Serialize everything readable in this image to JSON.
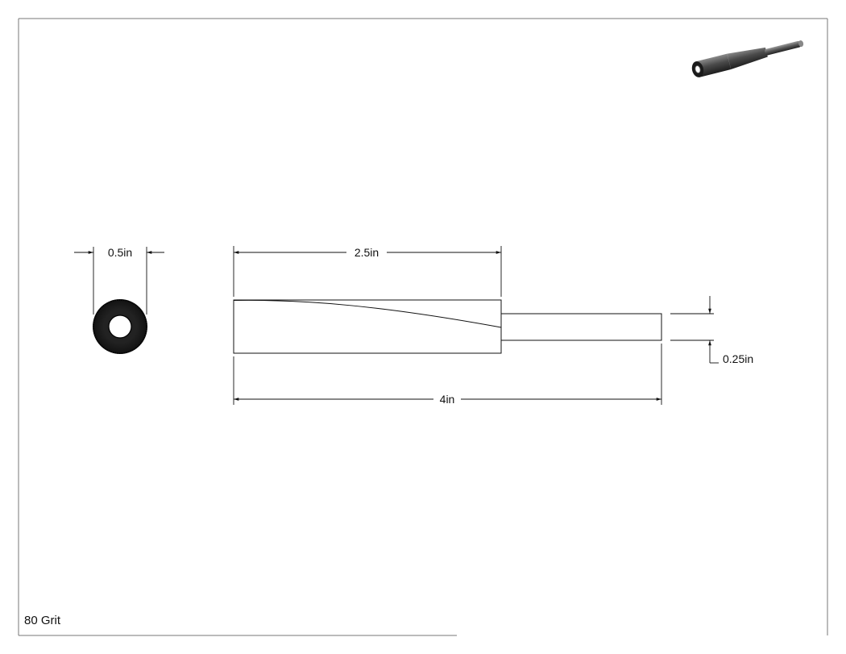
{
  "drawing": {
    "dimensions": {
      "outer_diameter": "0.5in",
      "taper_length": "2.5in",
      "overall_length": "4in",
      "shank_diameter": "0.25in"
    },
    "note": "80 Grit"
  }
}
